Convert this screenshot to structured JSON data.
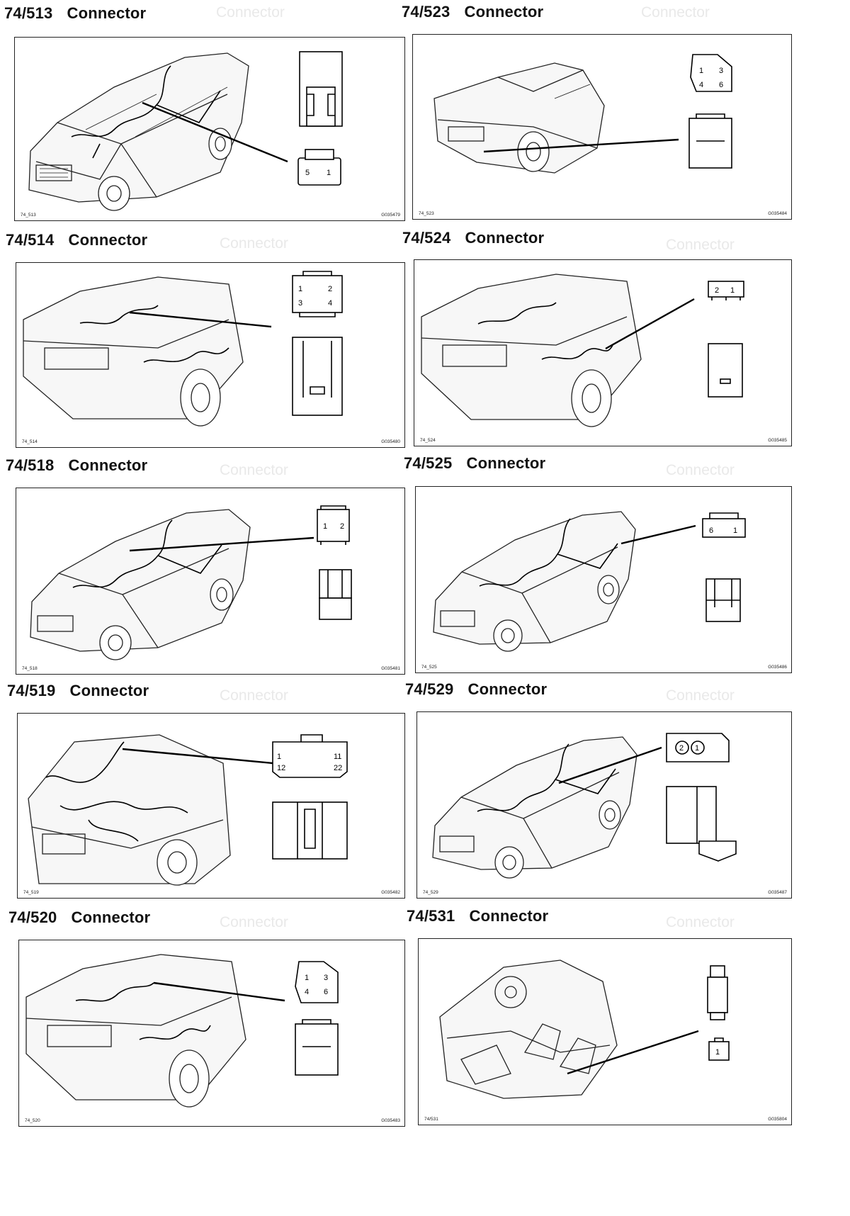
{
  "connectors": [
    {
      "code": "74/513",
      "label": "Connector",
      "fig_left": "74_513",
      "fig_right": "G035479",
      "pins": [
        "5",
        "1"
      ]
    },
    {
      "code": "74/523",
      "label": "Connector",
      "fig_left": "74_523",
      "fig_right": "G035484",
      "pins": [
        "1",
        "3",
        "4",
        "6"
      ]
    },
    {
      "code": "74/514",
      "label": "Connector",
      "fig_left": "74_514",
      "fig_right": "G035480",
      "pins": [
        "1",
        "2",
        "3",
        "4"
      ]
    },
    {
      "code": "74/524",
      "label": "Connector",
      "fig_left": "74_524",
      "fig_right": "G035485",
      "pins": [
        "2",
        "1"
      ]
    },
    {
      "code": "74/518",
      "label": "Connector",
      "fig_left": "74_518",
      "fig_right": "G035481",
      "pins": [
        "1",
        "2"
      ]
    },
    {
      "code": "74/525",
      "label": "Connector",
      "fig_left": "74_525",
      "fig_right": "G035486",
      "pins": [
        "6",
        "1"
      ]
    },
    {
      "code": "74/519",
      "label": "Connector",
      "fig_left": "74_519",
      "fig_right": "G035482",
      "pins": [
        "1",
        "11",
        "12",
        "22"
      ]
    },
    {
      "code": "74/529",
      "label": "Connector",
      "fig_left": "74_529",
      "fig_right": "G035487",
      "pins": [
        "2",
        "1"
      ]
    },
    {
      "code": "74/520",
      "label": "Connector",
      "fig_left": "74_520",
      "fig_right": "G035483",
      "pins": [
        "1",
        "3",
        "4",
        "6"
      ]
    },
    {
      "code": "74/531",
      "label": "Connector",
      "fig_left": "74/531",
      "fig_right": "G035804",
      "pins": [
        "1"
      ]
    }
  ]
}
